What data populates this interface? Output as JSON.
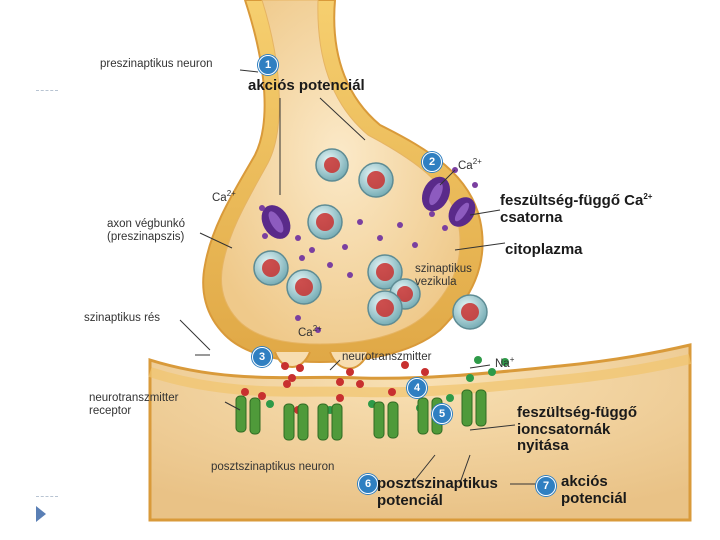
{
  "labels": {
    "presynaptic_neuron": "preszinaptikus neuron",
    "action_potential": "akciós potenciál",
    "ca_left": "Ca",
    "ca_top": "Ca",
    "ca_bottom": "Ca",
    "ca_charge": "2+",
    "axon_terminal_1": "axon végbunkó",
    "axon_terminal_2": "(preszinapszis)",
    "voltage_ca_channel_1": "feszültség-függő Ca",
    "voltage_ca_channel_charge": "2+",
    "voltage_ca_channel_2": "csatorna",
    "cytoplasm": "citoplazma",
    "synaptic_vesicle_1": "szinaptikus",
    "synaptic_vesicle_2": "vezikula",
    "synaptic_cleft": "szinaptikus rés",
    "neurotransmitter": "neurotranszmitter",
    "na": "Na",
    "na_charge": "+",
    "nt_receptor_1": "neurotranszmitter",
    "nt_receptor_2": "receptor",
    "voltage_ion_channels_1": "feszültség-függő",
    "voltage_ion_channels_2": "ioncsatornák",
    "voltage_ion_channels_3": "nyitása",
    "postsynaptic_neuron": "posztszinaptikus neuron",
    "psp_1": "posztszinaptikus",
    "psp_2": "potenciál",
    "ap2_1": "akciós",
    "ap2_2": "potenciál"
  },
  "steps": [
    "1",
    "2",
    "3",
    "4",
    "5",
    "6",
    "7"
  ],
  "colors": {
    "membrane": "#f0c060",
    "cytoplasm": "#f7ddb0",
    "cleft": "#ffffff",
    "vesicle": "#9fd0d6",
    "neurotransmitter": "#c8302f",
    "calcium": "#7a3fa0",
    "sodium": "#2e9a48",
    "channel": "#5a2a8a",
    "receptor": "#4f9a3a",
    "badge": "#2f7fc1"
  }
}
